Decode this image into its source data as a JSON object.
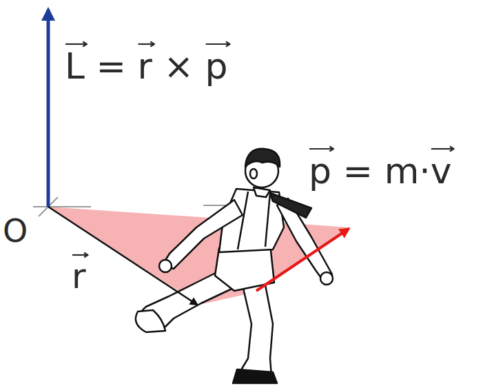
{
  "diagram": {
    "labels": [
      "L = r × p",
      "p = m·v",
      "O",
      "r"
    ]
  }
}
